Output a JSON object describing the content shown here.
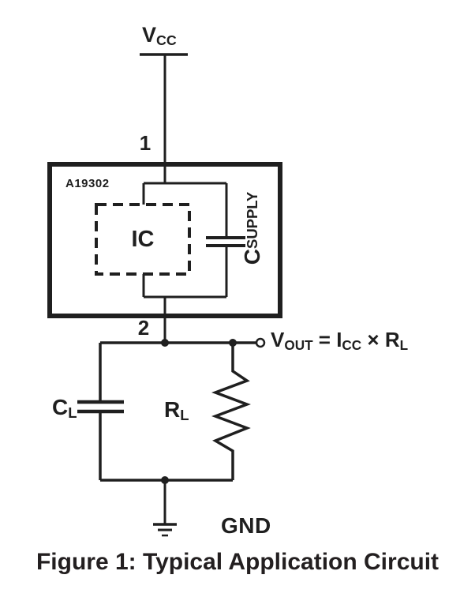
{
  "figure": {
    "caption": "Figure 1: Typical Application Circuit"
  },
  "colors": {
    "line": "#1f1f1f",
    "text": "#231f20",
    "background": "#ffffff"
  },
  "labels": {
    "vcc": {
      "main": "V",
      "sub": "CC"
    },
    "pin1": "1",
    "pin2": "2",
    "chip_name": "A19302",
    "ic": "IC",
    "c_supply": {
      "main": "C",
      "sub": "SUPPLY"
    },
    "vout_equation": {
      "v": "V",
      "v_sub": "OUT",
      "eq": " = I",
      "i_sub": "CC",
      "times": " × R",
      "r_sub": "L"
    },
    "c_load": {
      "main": "C",
      "sub": "L"
    },
    "r_load": {
      "main": "R",
      "sub": "L"
    },
    "gnd": "GND"
  }
}
